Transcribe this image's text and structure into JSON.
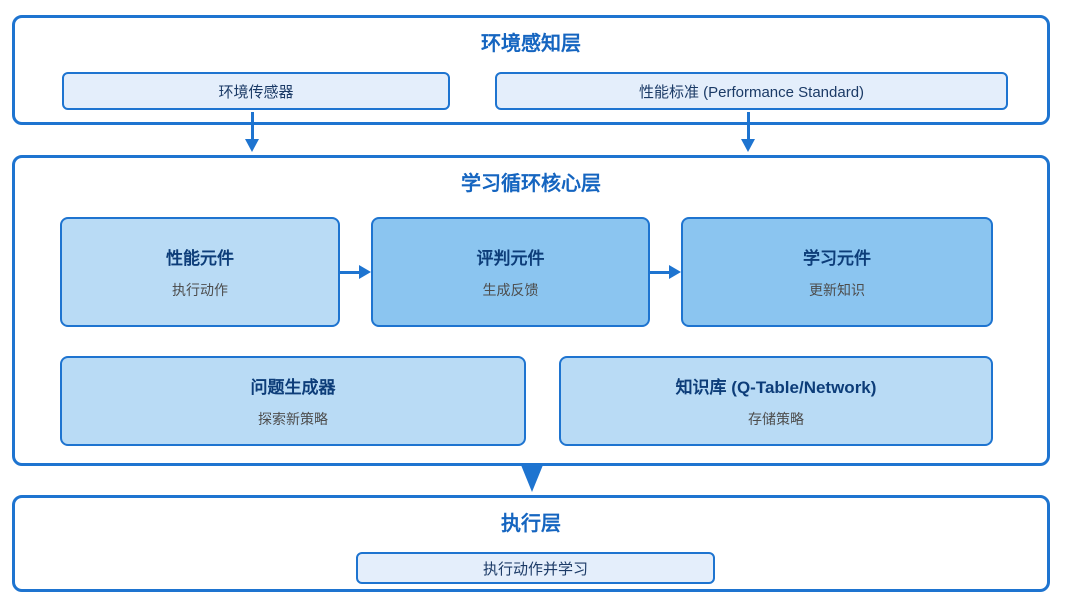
{
  "layers": {
    "perception": {
      "title": "环境感知层",
      "boxes": [
        {
          "label": "环境传感器"
        },
        {
          "label": "性能标准 (Performance Standard)"
        }
      ]
    },
    "core": {
      "title": "学习循环核心层",
      "row1": [
        {
          "title": "性能元件",
          "subtitle": "执行动作"
        },
        {
          "title": "评判元件",
          "subtitle": "生成反馈"
        },
        {
          "title": "学习元件",
          "subtitle": "更新知识"
        }
      ],
      "row2": [
        {
          "title": "问题生成器",
          "subtitle": "探索新策略"
        },
        {
          "title": "知识库 (Q-Table/Network)",
          "subtitle": "存储策略"
        }
      ]
    },
    "execution": {
      "title": "执行层",
      "box": {
        "label": "执行动作并学习"
      }
    }
  },
  "colors": {
    "border_blue": "#1e74d0",
    "light_fill": "#e4eefb",
    "medium_fill": "#b9dbf5",
    "strong_fill": "#8bc5f0",
    "section_title": "#1565c0",
    "node_title": "#0d3d79",
    "node_subtitle": "#4d4d4d"
  }
}
